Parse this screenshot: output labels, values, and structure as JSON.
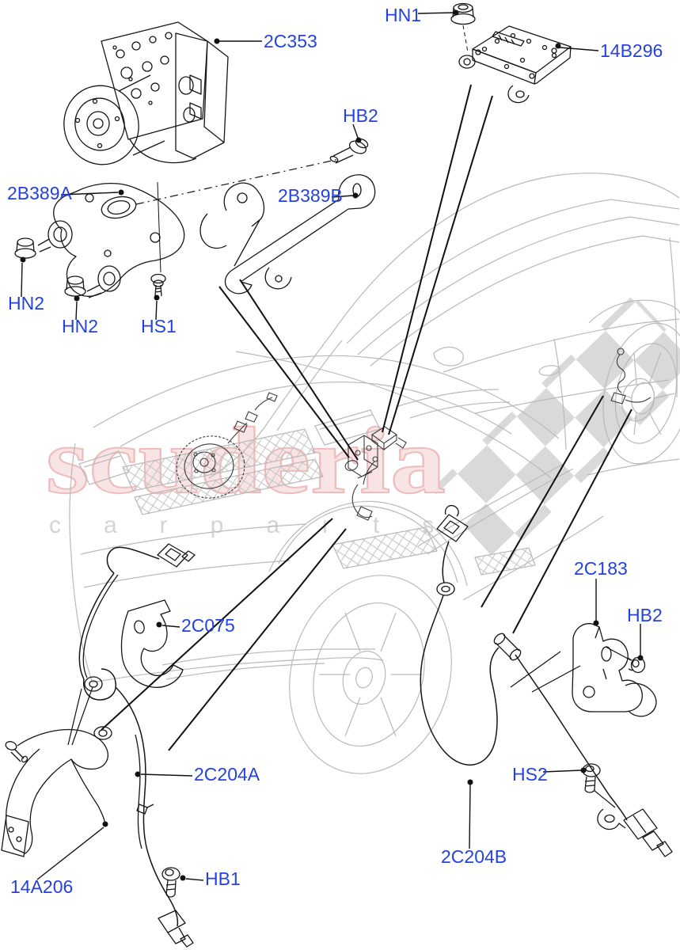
{
  "diagram": {
    "type": "parts-diagram",
    "subject": "Anti-lock braking system components with vehicle illustration",
    "watermark": {
      "brand": "scuderia",
      "subbrand": "carparts"
    },
    "colors": {
      "label_blue": "#2342e0",
      "watermark_pink_fill": "#f8e4e4",
      "watermark_pink_stroke": "#eebcbc",
      "watermark_gray": "#d4d4d4",
      "checker_gray": "#d9d9d9",
      "car_line_gray": "#b9b9b9",
      "part_line_black": "#161616"
    },
    "part_labels": [
      {
        "name": "abs-modulator",
        "label": "2C353"
      },
      {
        "name": "nut-hn1",
        "label": "HN1"
      },
      {
        "name": "control-module",
        "label": "14B296"
      },
      {
        "name": "bolt-hb2-top",
        "label": "HB2"
      },
      {
        "name": "bracket-2b389a",
        "label": "2B389A"
      },
      {
        "name": "bracket-2b389b",
        "label": "2B389B"
      },
      {
        "name": "nut-hn2-left",
        "label": "HN2"
      },
      {
        "name": "nut-hn2-lower",
        "label": "HN2"
      },
      {
        "name": "screw-hs1",
        "label": "HS1"
      },
      {
        "name": "bracket-2c075",
        "label": "2C075"
      },
      {
        "name": "bracket-2c183",
        "label": "2C183"
      },
      {
        "name": "bolt-hb2-bottom",
        "label": "HB2"
      },
      {
        "name": "front-sensor-2c204a",
        "label": "2C204A"
      },
      {
        "name": "screw-hs2",
        "label": "HS2"
      },
      {
        "name": "rear-sensor-2c204b",
        "label": "2C204B"
      },
      {
        "name": "bracket-14a206",
        "label": "14A206"
      },
      {
        "name": "bolt-hb1",
        "label": "HB1"
      }
    ]
  }
}
